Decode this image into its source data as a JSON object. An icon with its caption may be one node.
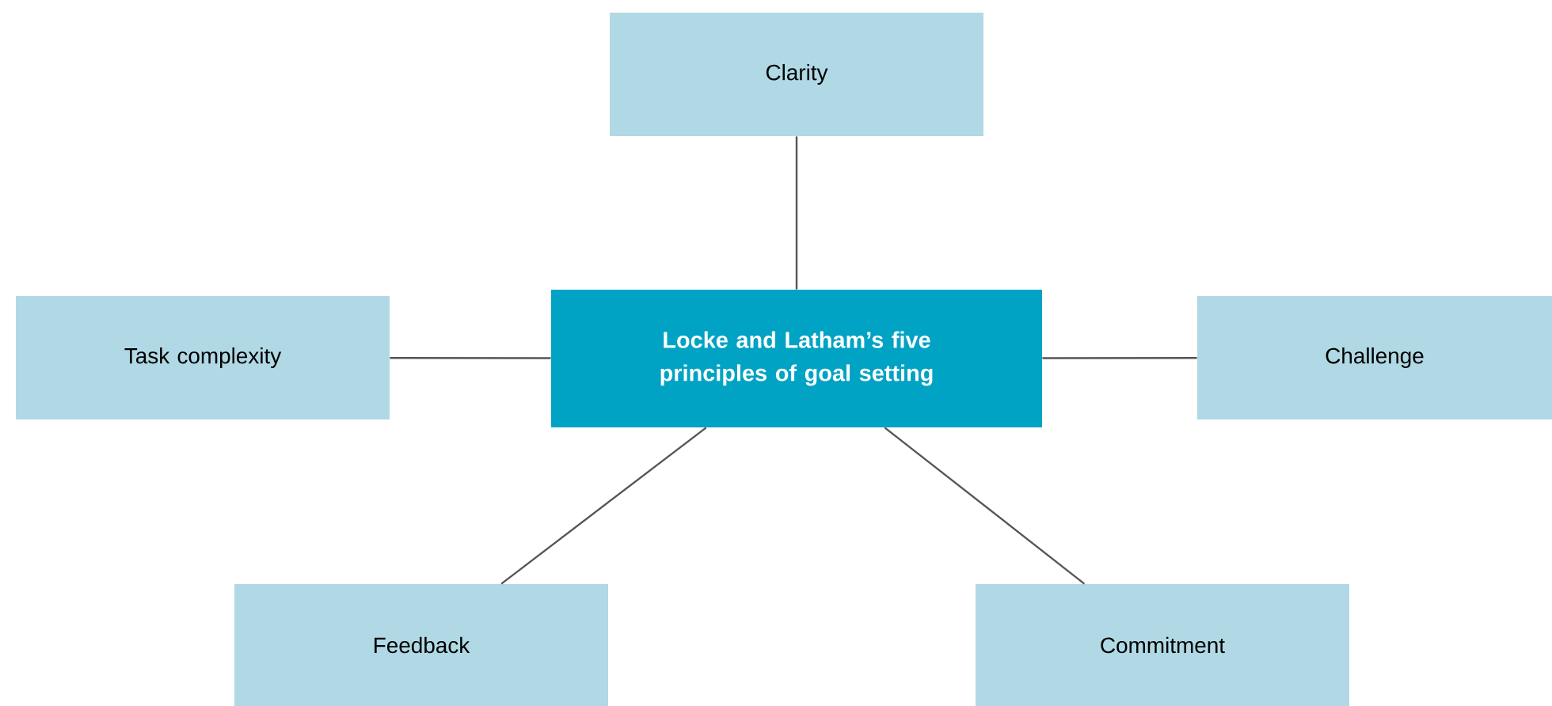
{
  "diagram": {
    "nodes": [
      {
        "text": [
          "Clarity"
        ]
      },
      {
        "text": [
          "Task complexity"
        ]
      },
      {
        "text": [
          "Locke and Latham’s five principles of goal setting"
        ]
      },
      {
        "text": [
          "Challenge"
        ]
      },
      {
        "text": [
          "Feedback"
        ]
      },
      {
        "text": [
          "Commitment"
        ]
      }
    ],
    "edges": [
      {
        "from": 2,
        "to": 0,
        "arrow": "none"
      },
      {
        "from": 2,
        "to": 1,
        "arrow": "none"
      },
      {
        "from": 2,
        "to": 3,
        "arrow": "none"
      },
      {
        "from": 2,
        "to": 4,
        "arrow": "none"
      },
      {
        "from": 2,
        "to": 5,
        "arrow": "none"
      }
    ]
  }
}
